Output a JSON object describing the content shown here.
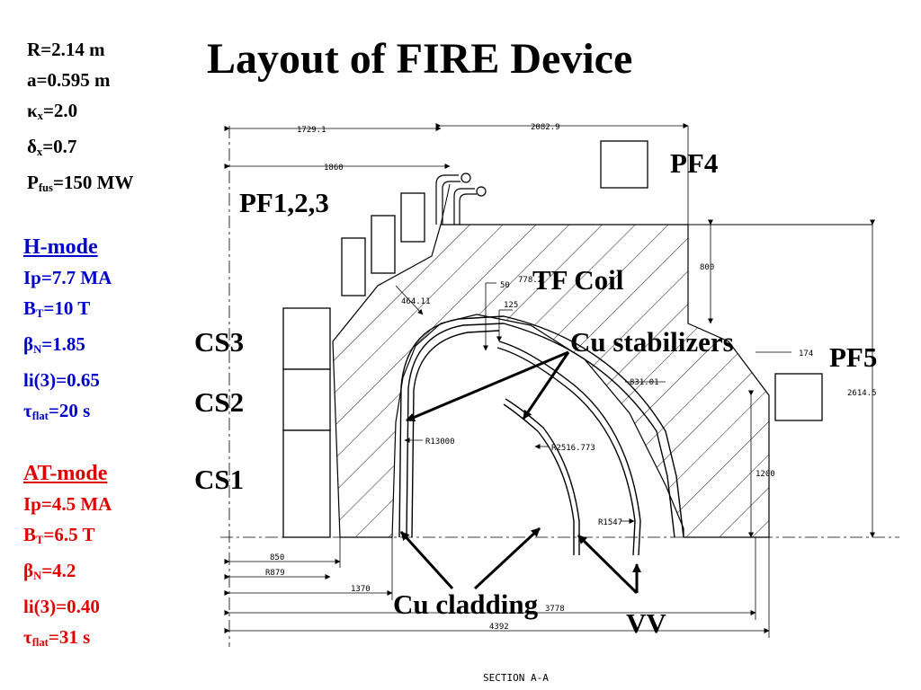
{
  "title": "Layout of FIRE Device",
  "parameters": {
    "R": "R=2.14 m",
    "a": "a=0.595 m",
    "kappa_sym": "κ",
    "kappa_sub": "x",
    "kappa_val": "=2.0",
    "delta_sym": "δ",
    "delta_sub": "x",
    "delta_val": "=0.7",
    "pfus_sym": "P",
    "pfus_sub": "fus",
    "pfus_val": "=150 MW"
  },
  "h_mode": {
    "title": "H-mode",
    "ip": "Ip=7.7 MA",
    "bt_sym": "B",
    "bt_sub": "T",
    "bt_val": "=10 T",
    "betan_sym": "β",
    "betan_sub": "N",
    "betan_val": "=1.85",
    "li": "li(3)=0.65",
    "tau_sym": "τ",
    "tau_sub": "flat",
    "tau_val": "=20 s",
    "color": "#0000cc"
  },
  "at_mode": {
    "title": "AT-mode",
    "ip": "Ip=4.5 MA",
    "bt_sym": "B",
    "bt_sub": "T",
    "bt_val": "=6.5 T",
    "betan_sym": "β",
    "betan_sub": "N",
    "betan_val": "=4.2",
    "li": "li(3)=0.40",
    "tau_sym": "τ",
    "tau_sub": "flat",
    "tau_val": "=31 s",
    "color": "#e00000"
  },
  "labels": {
    "pf4": "PF4",
    "pf123": "PF1,2,3",
    "tf_coil": "TF Coil",
    "cs3": "CS3",
    "cs2": "CS2",
    "cs1": "CS1",
    "cu_stabilizers": "Cu stabilizers",
    "pf5": "PF5",
    "cu_cladding": "Cu cladding",
    "vv": "VV"
  },
  "dimensions": {
    "d1729": "1729.1",
    "d2082": "2082.9",
    "d1860": "1860",
    "d800": "800",
    "d50": "50",
    "d778": "778.2",
    "d125": "125",
    "d464": "464.11",
    "d174": "174",
    "d831": "831.01",
    "d2614": "2614.5",
    "r13000": "R13000",
    "r2516": "R2516.773",
    "d1200": "1200",
    "r1547": "R1547",
    "d850": "850",
    "r879": "R879",
    "d1370": "1370",
    "d3778": "3778",
    "d4392": "4392"
  },
  "caption": "SECTION A-A"
}
